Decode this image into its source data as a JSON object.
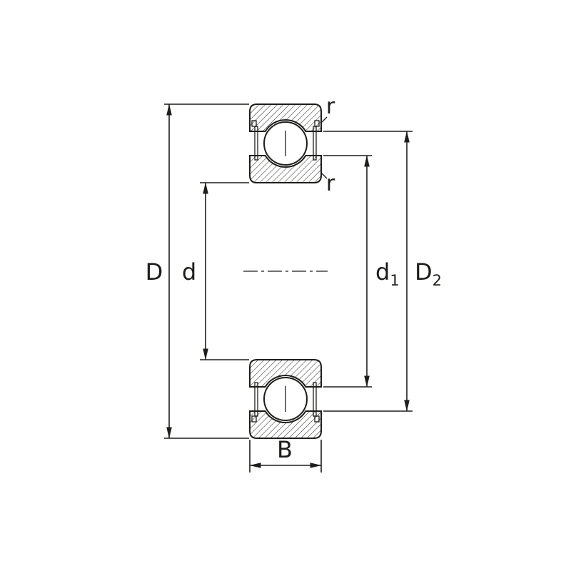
{
  "diagram": {
    "subject": "Shielded deep groove ball bearing cross-section dimension drawing",
    "background_color": "#ffffff",
    "ink_color": "#1d1d1b",
    "labels": {
      "outer_diameter": "D",
      "bore_diameter": "d",
      "shoulder_diameter_main": "d",
      "shoulder_diameter_sub": "1",
      "recess_diameter_main": "D",
      "recess_diameter_sub": "2",
      "width": "B",
      "corner_radius_outer": "r",
      "corner_radius_inner": "r"
    }
  }
}
